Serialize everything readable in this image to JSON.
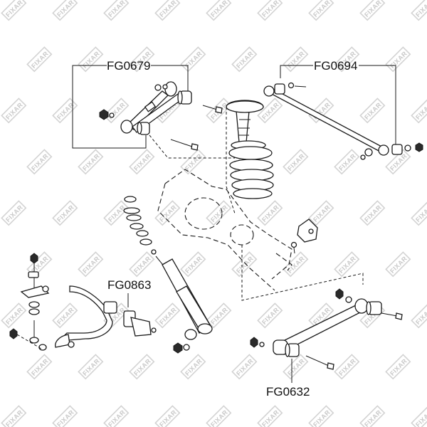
{
  "watermark": {
    "brand": "FIXAR"
  },
  "callouts": {
    "upper_control_arm": "FG0679",
    "lateral_rod": "FG0694",
    "stabilizer_bushing": "FG0863",
    "lower_control_arm": "FG0632"
  }
}
